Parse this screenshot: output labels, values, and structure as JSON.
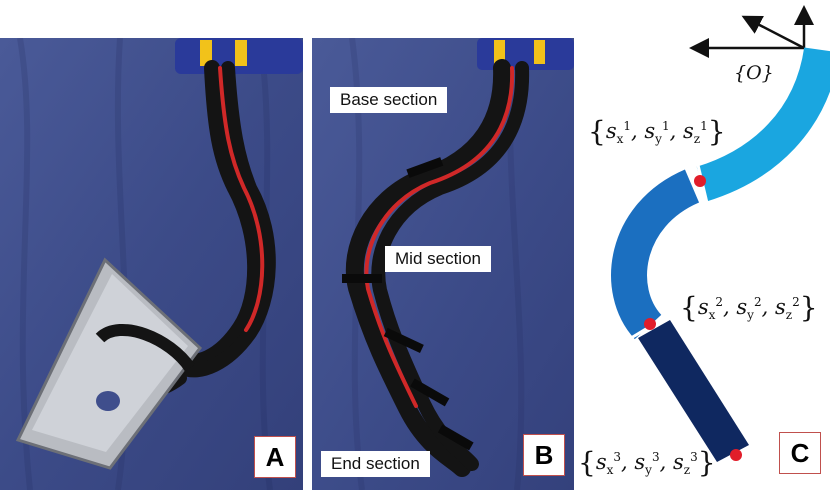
{
  "panel_a": {
    "tag": "A"
  },
  "panel_b": {
    "tag": "B",
    "labels": {
      "base": "Base section",
      "mid": "Mid section",
      "end": "End section"
    }
  },
  "panel_c": {
    "tag": "C",
    "frame_label": "{O}",
    "section_frames": [
      {
        "index": "1",
        "text_x": "s",
        "text_y": "s",
        "text_z": "s"
      },
      {
        "index": "2",
        "text_x": "s",
        "text_y": "s",
        "text_z": "s"
      },
      {
        "index": "3",
        "text_x": "s",
        "text_y": "s",
        "text_z": "s"
      }
    ],
    "colors": {
      "base_section": "#1aa6e0",
      "mid_section": "#1b6fc0",
      "end_section": "#0f2860",
      "marker": "#e11d2a"
    }
  },
  "photo_colors": {
    "backdrop": "#3f4e8c",
    "tube": "#141414",
    "cable": "#d02828",
    "mount": "#2a3a9a",
    "clamp": "#f2c21a"
  }
}
